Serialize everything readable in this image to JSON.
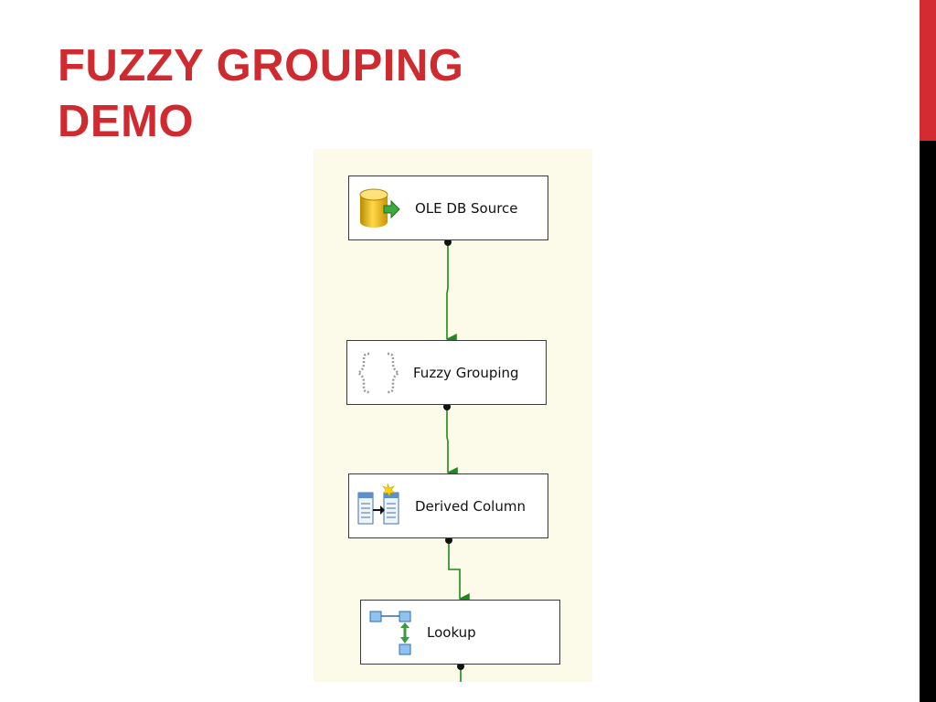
{
  "slide": {
    "title_line1": "FUZZY GROUPING",
    "title_line2": "DEMO"
  },
  "colors": {
    "title": "#cf2a2f",
    "accent_red": "#d42b33",
    "accent_black": "#000000",
    "canvas_background": "#fcfbe9",
    "connector": "#1c8a1c"
  },
  "data_flow": {
    "tasks": [
      {
        "id": "source",
        "label": "OLE DB Source",
        "icon": "database-source-icon"
      },
      {
        "id": "fuzzy",
        "label": "Fuzzy Grouping",
        "icon": "fuzzy-grouping-icon"
      },
      {
        "id": "derived",
        "label": "Derived Column",
        "icon": "derived-column-icon"
      },
      {
        "id": "lookup",
        "label": "Lookup",
        "icon": "lookup-icon"
      }
    ]
  }
}
